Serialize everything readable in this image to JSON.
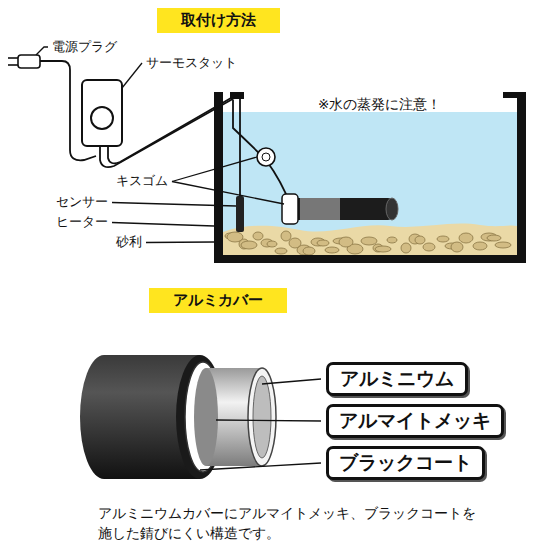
{
  "diagram": {
    "caption": "アルミニウムカバーにアルマイトメッキ、ブラックコートを 施した錆びにくい構造です。",
    "nodes": [
      {
        "text": [
          "取付け方法"
        ]
      },
      {
        "text": [
          "アルミカバー"
        ]
      },
      {
        "text": [
          "アルミニウム"
        ]
      },
      {
        "text": [
          "アルマイトメッキ"
        ]
      },
      {
        "text": [
          "ブラックコート"
        ]
      }
    ],
    "labels": [
      "電源プラグ",
      "サーモスタット",
      "※水の蒸発に注意！",
      "キスゴム",
      "センサー",
      "ヒーター",
      "砂利"
    ]
  }
}
